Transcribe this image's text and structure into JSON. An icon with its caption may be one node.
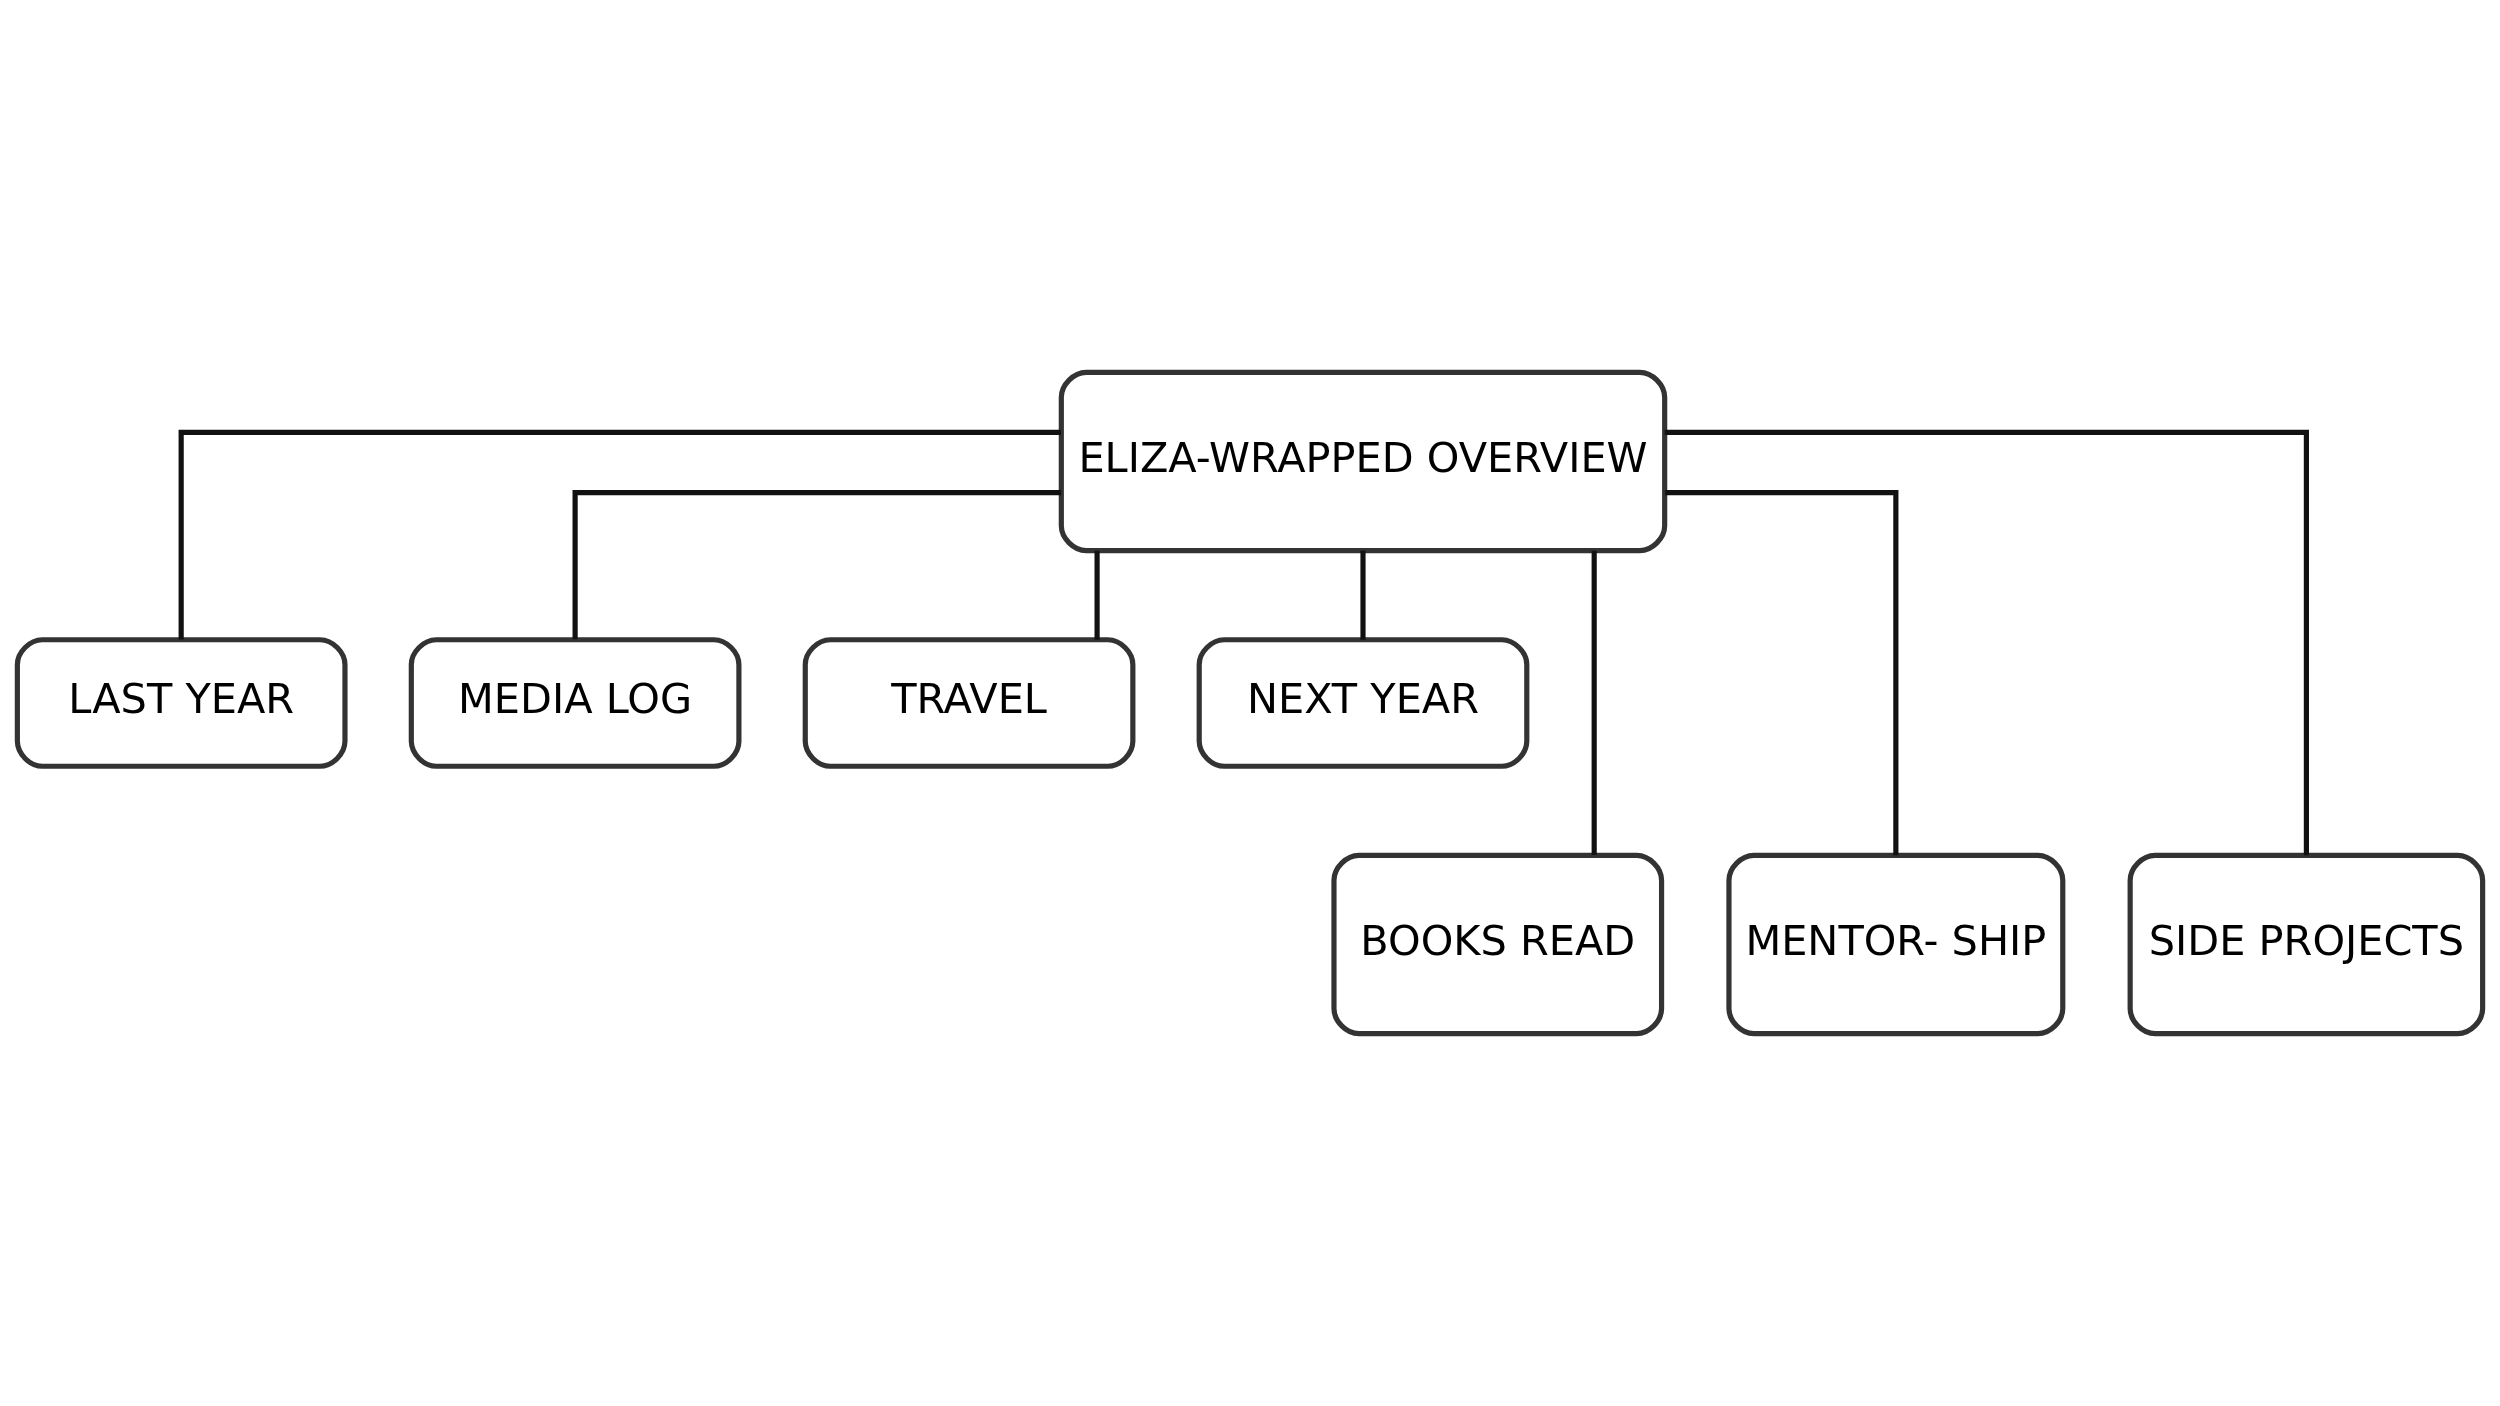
{
  "diagram": {
    "nodes": [
      {
        "text": [
          "ELIZA-WRAPPED OVERVIEW"
        ]
      },
      {
        "text": [
          "LAST YEAR"
        ]
      },
      {
        "text": [
          "MEDIA LOG"
        ]
      },
      {
        "text": [
          "TRAVEL"
        ]
      },
      {
        "text": [
          "NEXT YEAR"
        ]
      },
      {
        "text": [
          "BOOKS READ"
        ]
      },
      {
        "text": [
          "MENTOR- SHIP"
        ]
      },
      {
        "text": [
          "SIDE PROJECTS"
        ]
      }
    ],
    "edges": [
      {
        "from": 0,
        "to": 1,
        "arrow": "none"
      },
      {
        "from": 0,
        "to": 5,
        "arrow": "none"
      },
      {
        "from": 0,
        "to": 2,
        "arrow": "none"
      },
      {
        "from": 0,
        "to": 6,
        "arrow": "none"
      },
      {
        "from": 0,
        "to": 3,
        "arrow": "none"
      },
      {
        "from": 0,
        "to": 7,
        "arrow": "none"
      },
      {
        "from": 0,
        "to": 4,
        "arrow": "none"
      }
    ]
  }
}
